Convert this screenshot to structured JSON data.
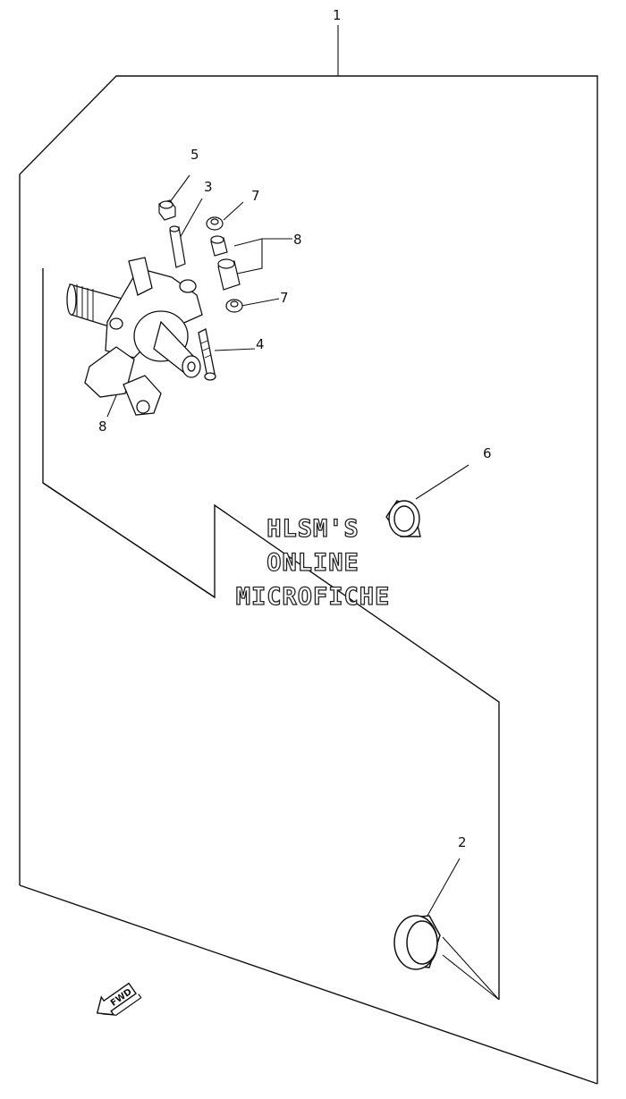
{
  "callouts": [
    "1",
    "5",
    "3",
    "7",
    "8",
    "7",
    "4",
    "8",
    "6",
    "2"
  ],
  "watermark": {
    "line1": "HLSM'S",
    "line2": "ONLINE",
    "line3": "MICROFICHE"
  },
  "fwd_arrow_label": "FWD"
}
